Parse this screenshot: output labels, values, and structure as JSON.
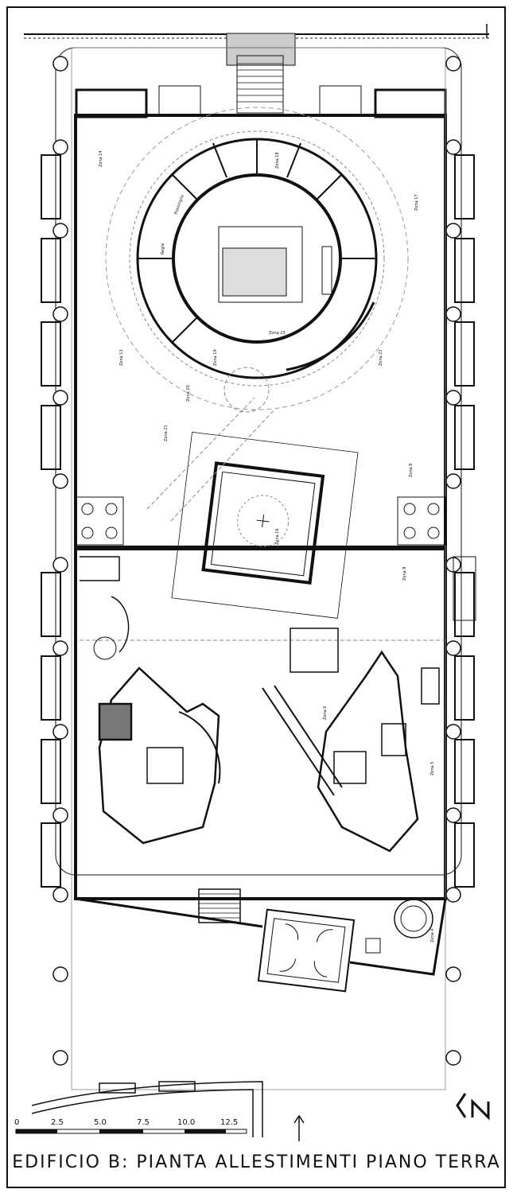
{
  "title": "EDIFICIO B: PIANTA ALLESTIMENTI PIANO TERRA",
  "scale_bar": {
    "ticks": [
      "0",
      "2.5",
      "5.0",
      "7.5",
      "10.0",
      "12.5"
    ]
  },
  "rooms": [
    "Ripostiglio",
    "Regia",
    "Zona 23",
    "Zona 18",
    "Zona 20",
    "Zona 21",
    "Zona 19",
    "Zona 17",
    "Zona 16",
    "Zona 9",
    "Zona 8",
    "Zona 6",
    "Zona 5",
    "Zona 4",
    "Zona 14",
    "Zona 13",
    "Zona 22"
  ],
  "colors": {
    "ink": "#111111",
    "grid": "#9a9a9a",
    "paper": "#ffffff"
  },
  "icons": {
    "north_arrow": "north-arrow-icon",
    "stairs": "stairs-icon"
  }
}
